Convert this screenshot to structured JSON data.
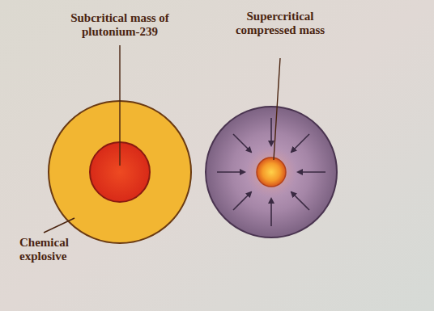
{
  "diagram": {
    "labels": [
      "Subcritical mass of plutonium-239",
      "Chemical explosive",
      "Supercritical compressed mass"
    ]
  }
}
